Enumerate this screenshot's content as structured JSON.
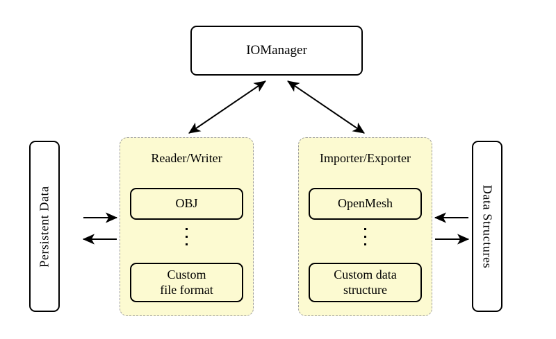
{
  "diagram": {
    "title_node": {
      "label": "IOManager"
    },
    "left_store": {
      "label": "Persistent Data"
    },
    "right_store": {
      "label": "Data Structures"
    },
    "groups": [
      {
        "id": "reader-writer",
        "title": "Reader/Writer",
        "top_item": "OBJ",
        "ellipsis": "⋮",
        "bottom_item_line1": "Custom",
        "bottom_item_line2": "file format"
      },
      {
        "id": "importer-exporter",
        "title": "Importer/Exporter",
        "top_item": "OpenMesh",
        "ellipsis": "⋮",
        "bottom_item_line1": "Custom data",
        "bottom_item_line2": "structure"
      }
    ],
    "connections": [
      {
        "name": "iomanager-to-reader-writer",
        "style": "double-headed-arrow"
      },
      {
        "name": "iomanager-to-importer-exporter",
        "style": "double-headed-arrow"
      },
      {
        "name": "persistent-data-to-reader-writer",
        "style": "arrow-right"
      },
      {
        "name": "reader-writer-to-persistent-data",
        "style": "arrow-left"
      },
      {
        "name": "data-structures-to-importer-exporter",
        "style": "arrow-left"
      },
      {
        "name": "importer-exporter-to-data-structures",
        "style": "arrow-right"
      }
    ],
    "colors": {
      "group_fill": "#fcfad1",
      "group_border": "#9c9c9c",
      "node_border": "#000000",
      "background": "#ffffff"
    }
  }
}
